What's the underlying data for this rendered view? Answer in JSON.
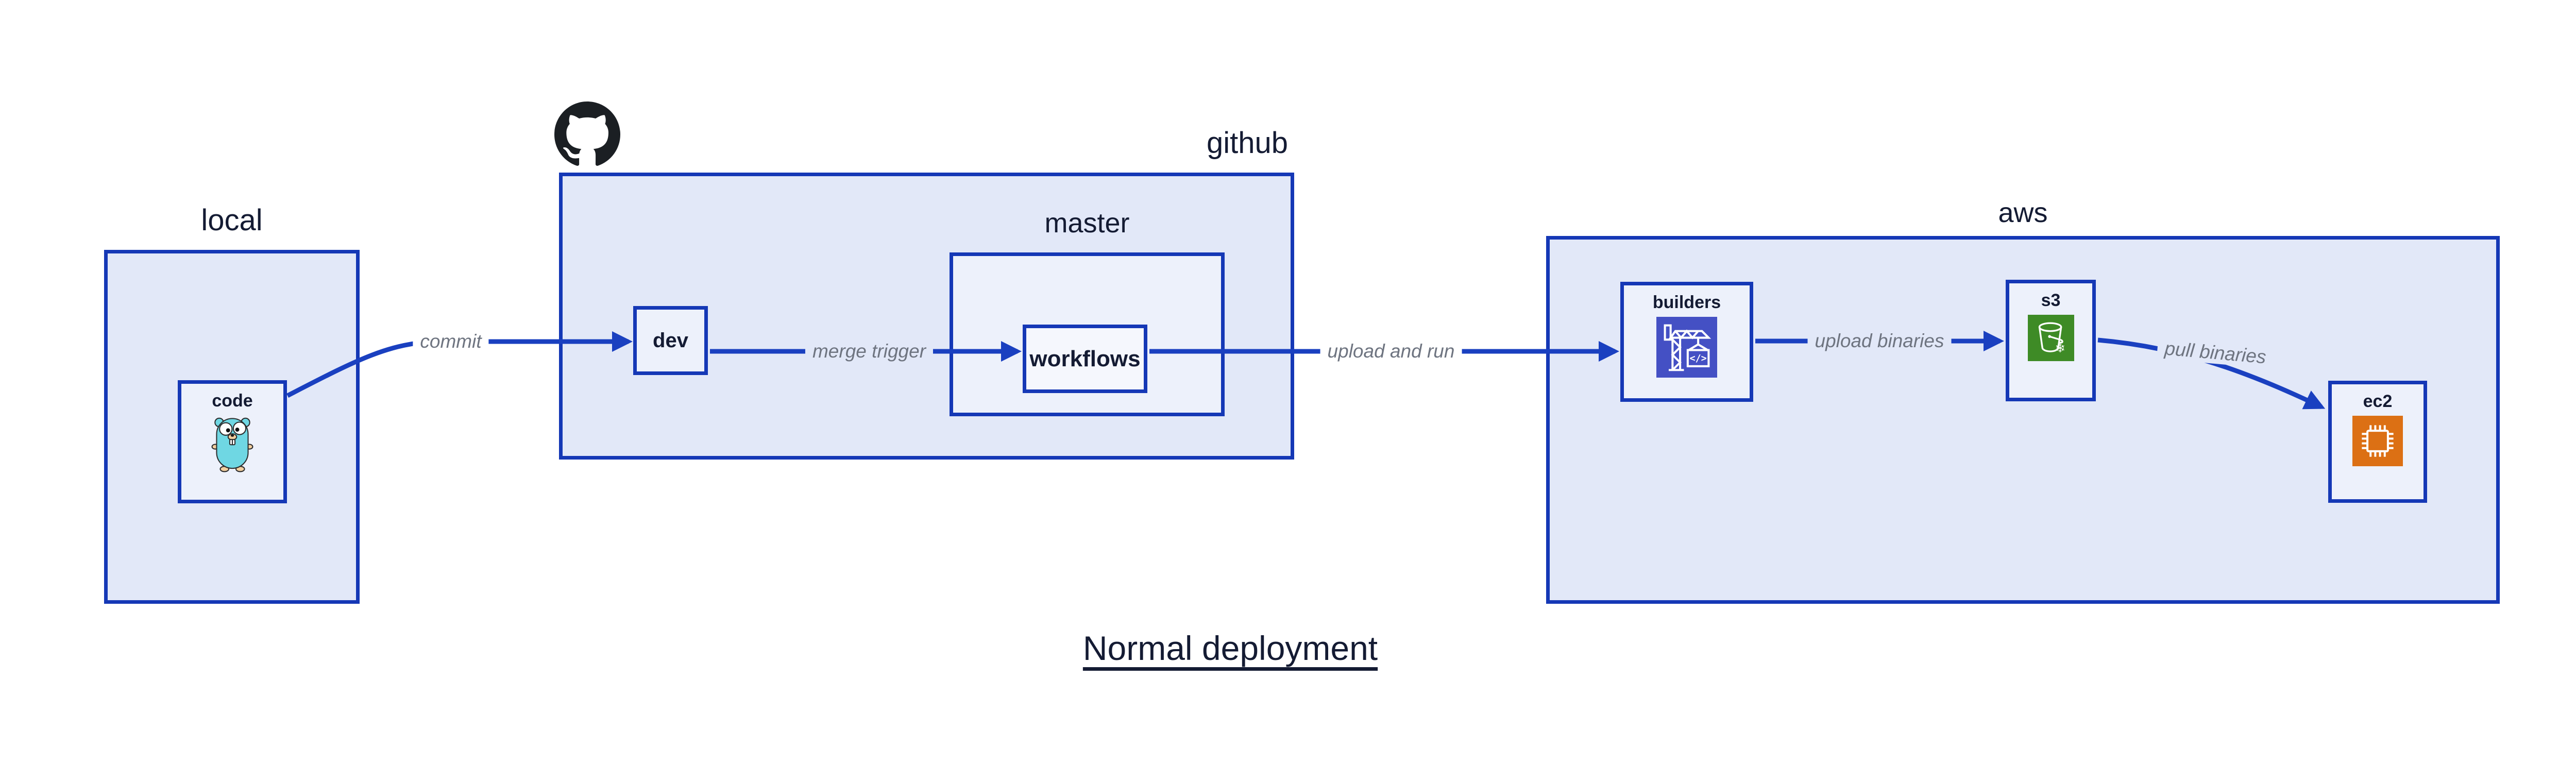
{
  "title": "Normal deployment",
  "colors": {
    "canvas_bg": "#ffffff",
    "border_blue": "#1538b6",
    "arrow_blue": "#1a40c0",
    "group_fill": "#e2e8f8",
    "node_fill": "#edf1fb",
    "subnode_fill": "#f5f7fd",
    "label_dark": "#141b33",
    "edge_label_grey": "#6e7480",
    "codebuild_indigo": "#4450c4",
    "s3_green": "#3e8b26",
    "ec2_orange": "#dc7014",
    "github_black": "#1b1f23",
    "gopher_teal": "#6fd7e3",
    "gopher_tan": "#f3cf9f"
  },
  "groups": {
    "local": {
      "label": "local"
    },
    "github": {
      "label": "github"
    },
    "master": {
      "label": "master"
    },
    "aws": {
      "label": "aws"
    }
  },
  "nodes": {
    "code": {
      "label": "code",
      "icon": "go-gopher-icon"
    },
    "dev": {
      "label": "dev"
    },
    "workflows": {
      "label": "workflows"
    },
    "builders": {
      "label": "builders",
      "icon": "codebuild-crane-icon"
    },
    "s3": {
      "label": "s3",
      "icon": "s3-bucket-icon"
    },
    "ec2": {
      "label": "ec2",
      "icon": "ec2-chip-icon"
    }
  },
  "edges": {
    "commit": {
      "label": "commit"
    },
    "merge_trigger": {
      "label": "merge trigger"
    },
    "upload_and_run": {
      "label": "upload and run"
    },
    "upload_binaries": {
      "label": "upload binaries"
    },
    "pull_binaries": {
      "label": "pull binaries"
    }
  },
  "icons": {
    "github_logo": "github-octocat-icon",
    "codebuild_code_glyph": "</>",
    "s3_snowflake_glyph": "❄"
  }
}
